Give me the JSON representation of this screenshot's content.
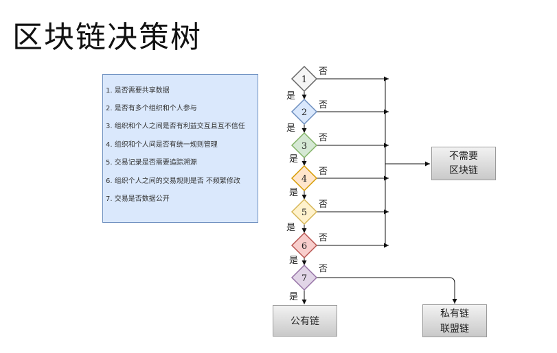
{
  "title": "区块链决策树",
  "questions": [
    "1. 是否需要共享数据",
    "2. 是否有多个组织和个人参与",
    "3. 组织和个人之间是否有利益交互且互不信任",
    "4. 组织和个人间是否有统一规则管理",
    "5. 交易记录是否需要追踪溯源",
    "6. 组织个人之间的交易规则是否 不频繁修改",
    "7. 交易是否数据公开"
  ],
  "nodes": [
    {
      "label": "1",
      "fill": "#f5f5f5",
      "stroke": "#666666"
    },
    {
      "label": "2",
      "fill": "#dae8fc",
      "stroke": "#6c8ebf"
    },
    {
      "label": "3",
      "fill": "#d5e8d4",
      "stroke": "#82b366"
    },
    {
      "label": "4",
      "fill": "#ffe6cc",
      "stroke": "#d79b00"
    },
    {
      "label": "5",
      "fill": "#fff2cc",
      "stroke": "#d6b656"
    },
    {
      "label": "6",
      "fill": "#f8cecc",
      "stroke": "#b85450"
    },
    {
      "label": "7",
      "fill": "#e1d5e7",
      "stroke": "#9673a6"
    }
  ],
  "labels": {
    "yes": "是",
    "no": "否"
  },
  "outcomes": {
    "no_blockchain": [
      "不需要",
      "区块链"
    ],
    "public_chain": [
      "公有链"
    ],
    "private_chain": [
      "私有链",
      "联盟链"
    ]
  }
}
